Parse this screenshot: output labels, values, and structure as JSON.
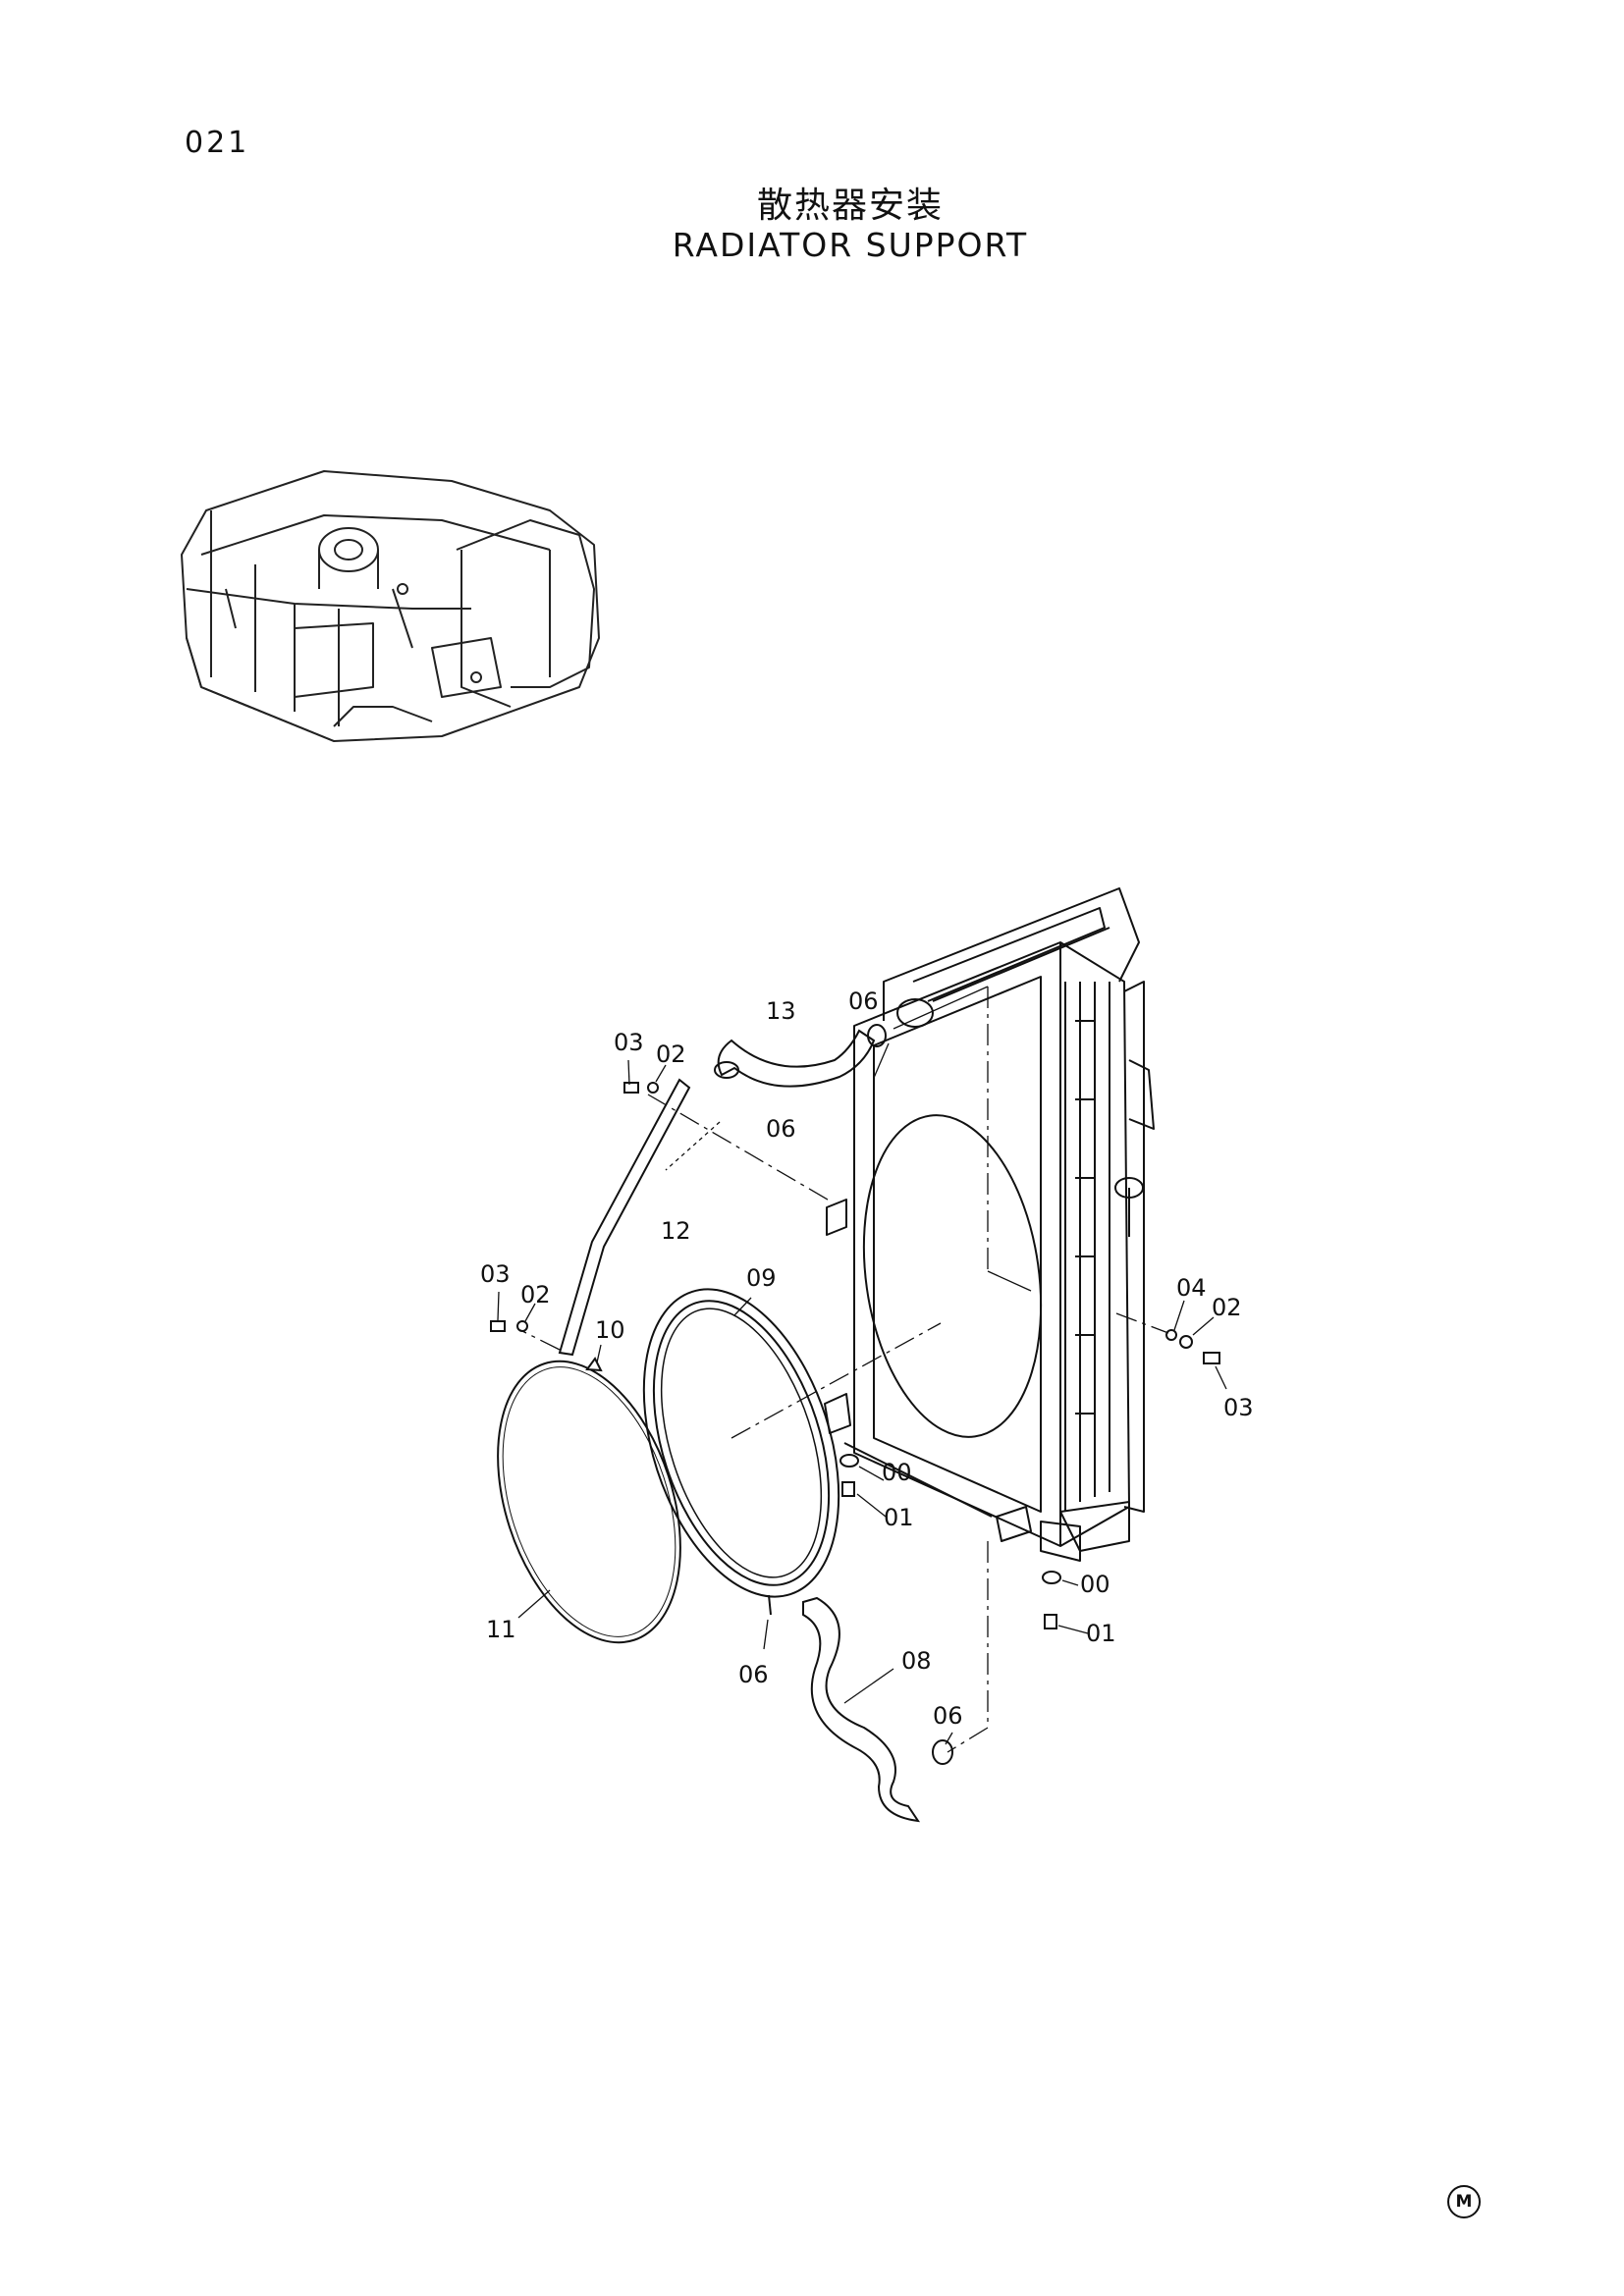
{
  "header": {
    "page_code": "021",
    "title_zh": "散热器安装",
    "title_en": "RADIATOR SUPPORT"
  },
  "callouts": {
    "c13": "13",
    "c06_top": "06",
    "c03_top": "03",
    "c02_top": "02",
    "c06_hose": "06",
    "c12": "12",
    "c03_left": "03",
    "c02_left": "02",
    "c09": "09",
    "c10": "10",
    "c04": "04",
    "c02_right": "02",
    "c03_right": "03",
    "c00_mid": "00",
    "c01_mid": "01",
    "c00_low": "00",
    "c01_low": "01",
    "c11": "11",
    "c06_low": "06",
    "c08": "08",
    "c06_clamp": "06"
  },
  "footer": {
    "mark": "M"
  }
}
